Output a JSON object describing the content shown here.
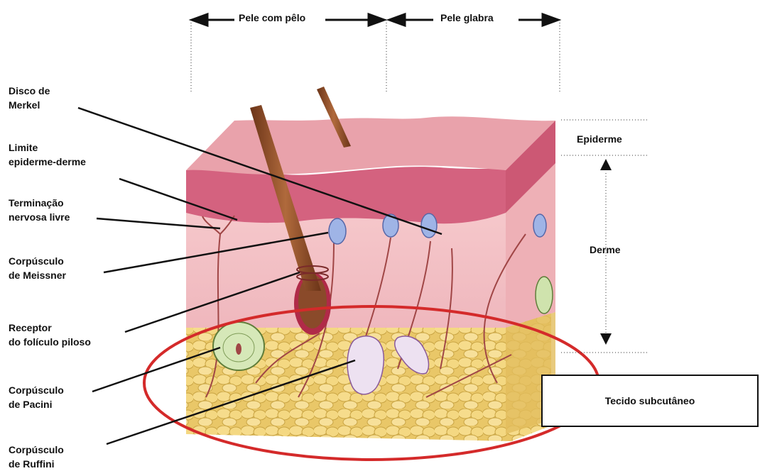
{
  "header": {
    "left_span": "Pele com pêlo",
    "right_span": "Pele glabra"
  },
  "labels_left": [
    {
      "line1": "Disco de",
      "line2": "Merkel"
    },
    {
      "line1": "Limite",
      "line2": "epiderme-derme"
    },
    {
      "line1": "Terminação",
      "line2": "nervosa livre"
    },
    {
      "line1": "Corpúsculo",
      "line2": "de Meissner"
    },
    {
      "line1": "Receptor",
      "line2": "do folículo piloso"
    },
    {
      "line1": "Corpúsculo",
      "line2": "de Pacini"
    },
    {
      "line1": "Corpúsculo",
      "line2": "de Ruffini"
    }
  ],
  "labels_right": {
    "epiderme": "Epiderme",
    "derme": "Derme"
  },
  "subcutaneous_box": "Tecido subcutâneo",
  "colors": {
    "skin_surface": "#e8a0a8",
    "epidermis": "#d2607e",
    "dermis": "#f3c3c5",
    "fat": "#f0d27a",
    "hair": "#8a4a2a",
    "highlight_ellipse": "#d42a2a"
  }
}
